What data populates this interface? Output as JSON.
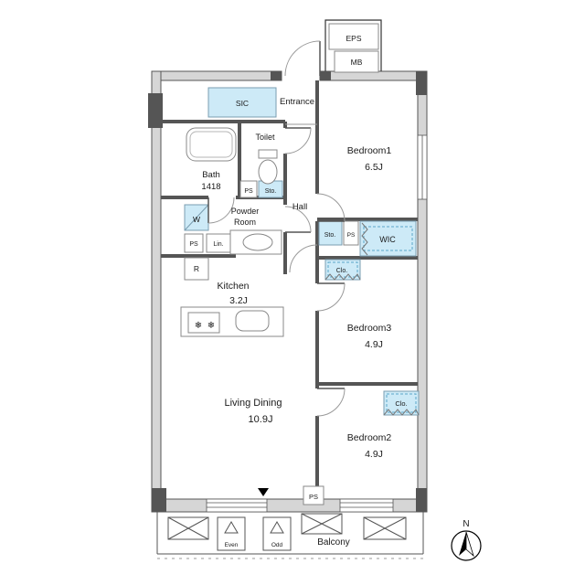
{
  "colors": {
    "storage_fill": "#cdeaf7",
    "wall_light": "#d6d6d6",
    "wall_dark": "#555555",
    "line": "#333333"
  },
  "rooms": {
    "bedroom1": {
      "name": "Bedroom1",
      "size": "6.5J"
    },
    "bedroom2": {
      "name": "Bedroom2",
      "size": "4.9J"
    },
    "bedroom3": {
      "name": "Bedroom3",
      "size": "4.9J"
    },
    "living_dining": {
      "name": "Living Dining",
      "size": "10.9J"
    },
    "kitchen": {
      "name": "Kitchen",
      "size": "3.2J"
    },
    "bath": {
      "name": "Bath",
      "size": "1418"
    },
    "toilet": {
      "name": "Toilet"
    },
    "powder": {
      "line1": "Powder",
      "line2": "Room"
    },
    "hall": {
      "name": "Hall"
    },
    "entrance": {
      "name": "Entrance"
    },
    "wic": {
      "name": "WIC"
    },
    "sic": {
      "name": "SIC"
    },
    "balcony": {
      "name": "Balcony"
    }
  },
  "small_labels": {
    "eps": "EPS",
    "mb": "MB",
    "ps_toilet": "PS",
    "sto_toilet": "Sto.",
    "ps_powder": "PS",
    "lin": "Lin.",
    "sto_wic": "Sto.",
    "ps_wic": "PS",
    "clo_bedroom3": "Clo.",
    "clo_bedroom2": "Clo.",
    "washer": "W",
    "fridge": "R",
    "ps_bottom": "PS",
    "even": "Even",
    "odd": "Odd",
    "north": "N"
  },
  "icons": {
    "burner": "❄"
  }
}
